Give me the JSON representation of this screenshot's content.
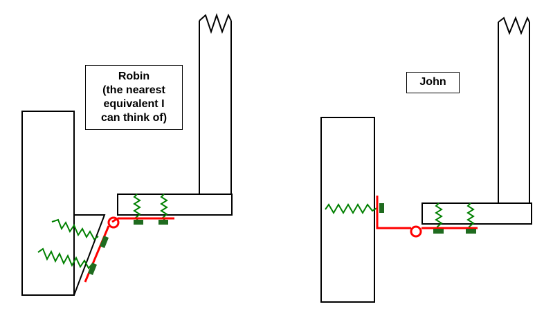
{
  "labels": {
    "robin": [
      "Robin",
      "(the nearest",
      "equivalent I",
      "can think of)"
    ],
    "john": "John"
  },
  "colors": {
    "outline": "#000000",
    "red": "#ff0000",
    "spring": "#008000",
    "anchor": "#1f6b1f",
    "background": "#ffffff"
  }
}
